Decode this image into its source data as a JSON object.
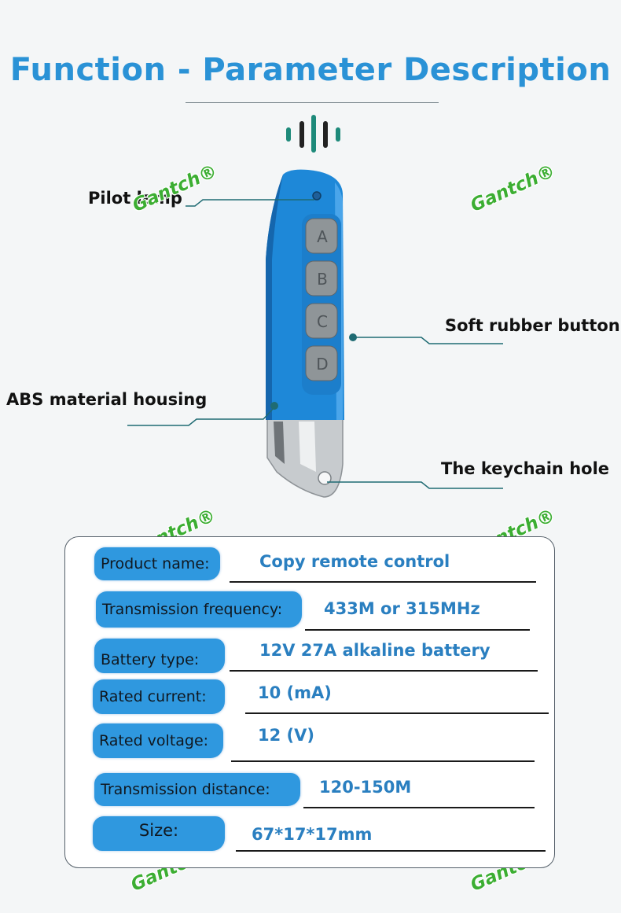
{
  "header": {
    "title": "Function - Parameter Description"
  },
  "callouts": {
    "pilot_lamp": "Pilot lamp",
    "soft_rubber_button": "Soft rubber button",
    "abs_housing": "ABS material housing",
    "keychain_hole": "The keychain hole"
  },
  "remote": {
    "buttons": [
      "A",
      "B",
      "C",
      "D"
    ],
    "body_color": "#1e88d8",
    "button_color": "#8f9598"
  },
  "watermark": "Gantch®",
  "specs": [
    {
      "label": "Product name:",
      "value": "Copy remote control"
    },
    {
      "label": "Transmission frequency:",
      "value": "433M or 315MHz"
    },
    {
      "label": "Battery type:",
      "value": "12V 27A alkaline battery"
    },
    {
      "label": "Rated current:",
      "value": "10 (mA)"
    },
    {
      "label": "Rated voltage:",
      "value": "12 (V)"
    },
    {
      "label": "Transmission distance:",
      "value": "120-150M"
    },
    {
      "label": "Size:",
      "value": "67*17*17mm"
    }
  ],
  "colors": {
    "accent": "#2a92d6",
    "label_bg": "#2f98df",
    "watermark": "#3cae32",
    "connector_dot": "#1f6b73"
  }
}
